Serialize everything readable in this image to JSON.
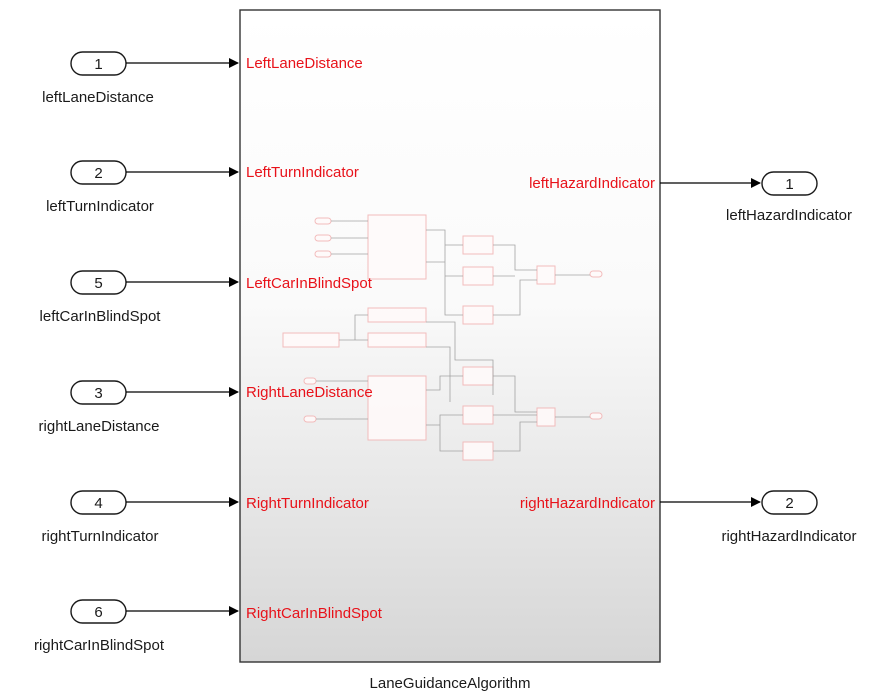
{
  "diagram": {
    "subsystem": {
      "name": "LaneGuidanceAlgorithm",
      "inputs": [
        {
          "label": "LeftLaneDistance"
        },
        {
          "label": "LeftTurnIndicator"
        },
        {
          "label": "LeftCarInBlindSpot"
        },
        {
          "label": "RightLaneDistance"
        },
        {
          "label": "RightTurnIndicator"
        },
        {
          "label": "RightCarInBlindSpot"
        }
      ],
      "outputs": [
        {
          "label": "leftHazardIndicator"
        },
        {
          "label": "rightHazardIndicator"
        }
      ]
    },
    "inports": [
      {
        "number": "1",
        "name": "leftLaneDistance"
      },
      {
        "number": "2",
        "name": "leftTurnIndicator"
      },
      {
        "number": "5",
        "name": "leftCarInBlindSpot"
      },
      {
        "number": "3",
        "name": "rightLaneDistance"
      },
      {
        "number": "4",
        "name": "rightTurnIndicator"
      },
      {
        "number": "6",
        "name": "rightCarInBlindSpot"
      }
    ],
    "outports": [
      {
        "number": "1",
        "name": "leftHazardIndicator"
      },
      {
        "number": "2",
        "name": "rightHazardIndicator"
      }
    ],
    "colors": {
      "port_label": "#e8121a",
      "wire": "#000000",
      "block_border": "#333333",
      "ghost_block": "#f2b6b6"
    }
  }
}
